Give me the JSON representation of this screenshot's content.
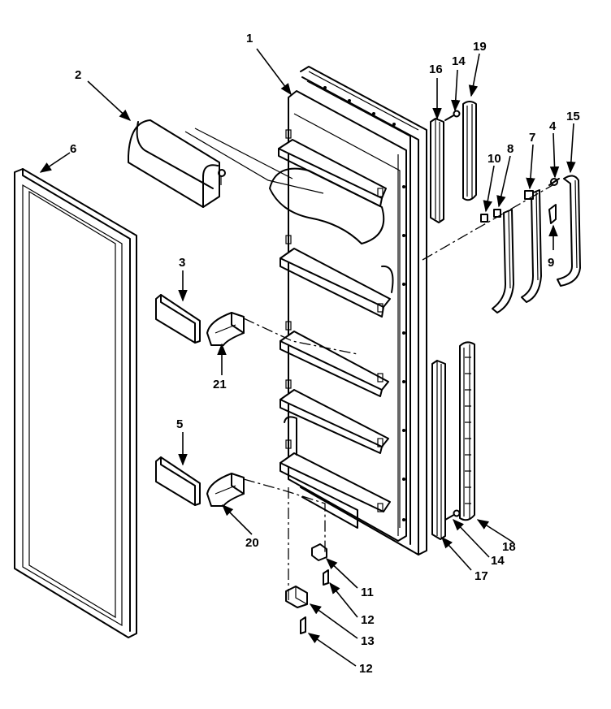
{
  "callouts": {
    "c1": "1",
    "c2": "2",
    "c3": "3",
    "c4": "4",
    "c5": "5",
    "c6": "6",
    "c7": "7",
    "c8": "8",
    "c9": "9",
    "c10": "10",
    "c11": "11",
    "c12a": "12",
    "c12b": "12",
    "c13": "13",
    "c14a": "14",
    "c14b": "14",
    "c15": "15",
    "c16": "16",
    "c17": "17",
    "c18": "18",
    "c19": "19",
    "c20": "20",
    "c21": "21"
  }
}
